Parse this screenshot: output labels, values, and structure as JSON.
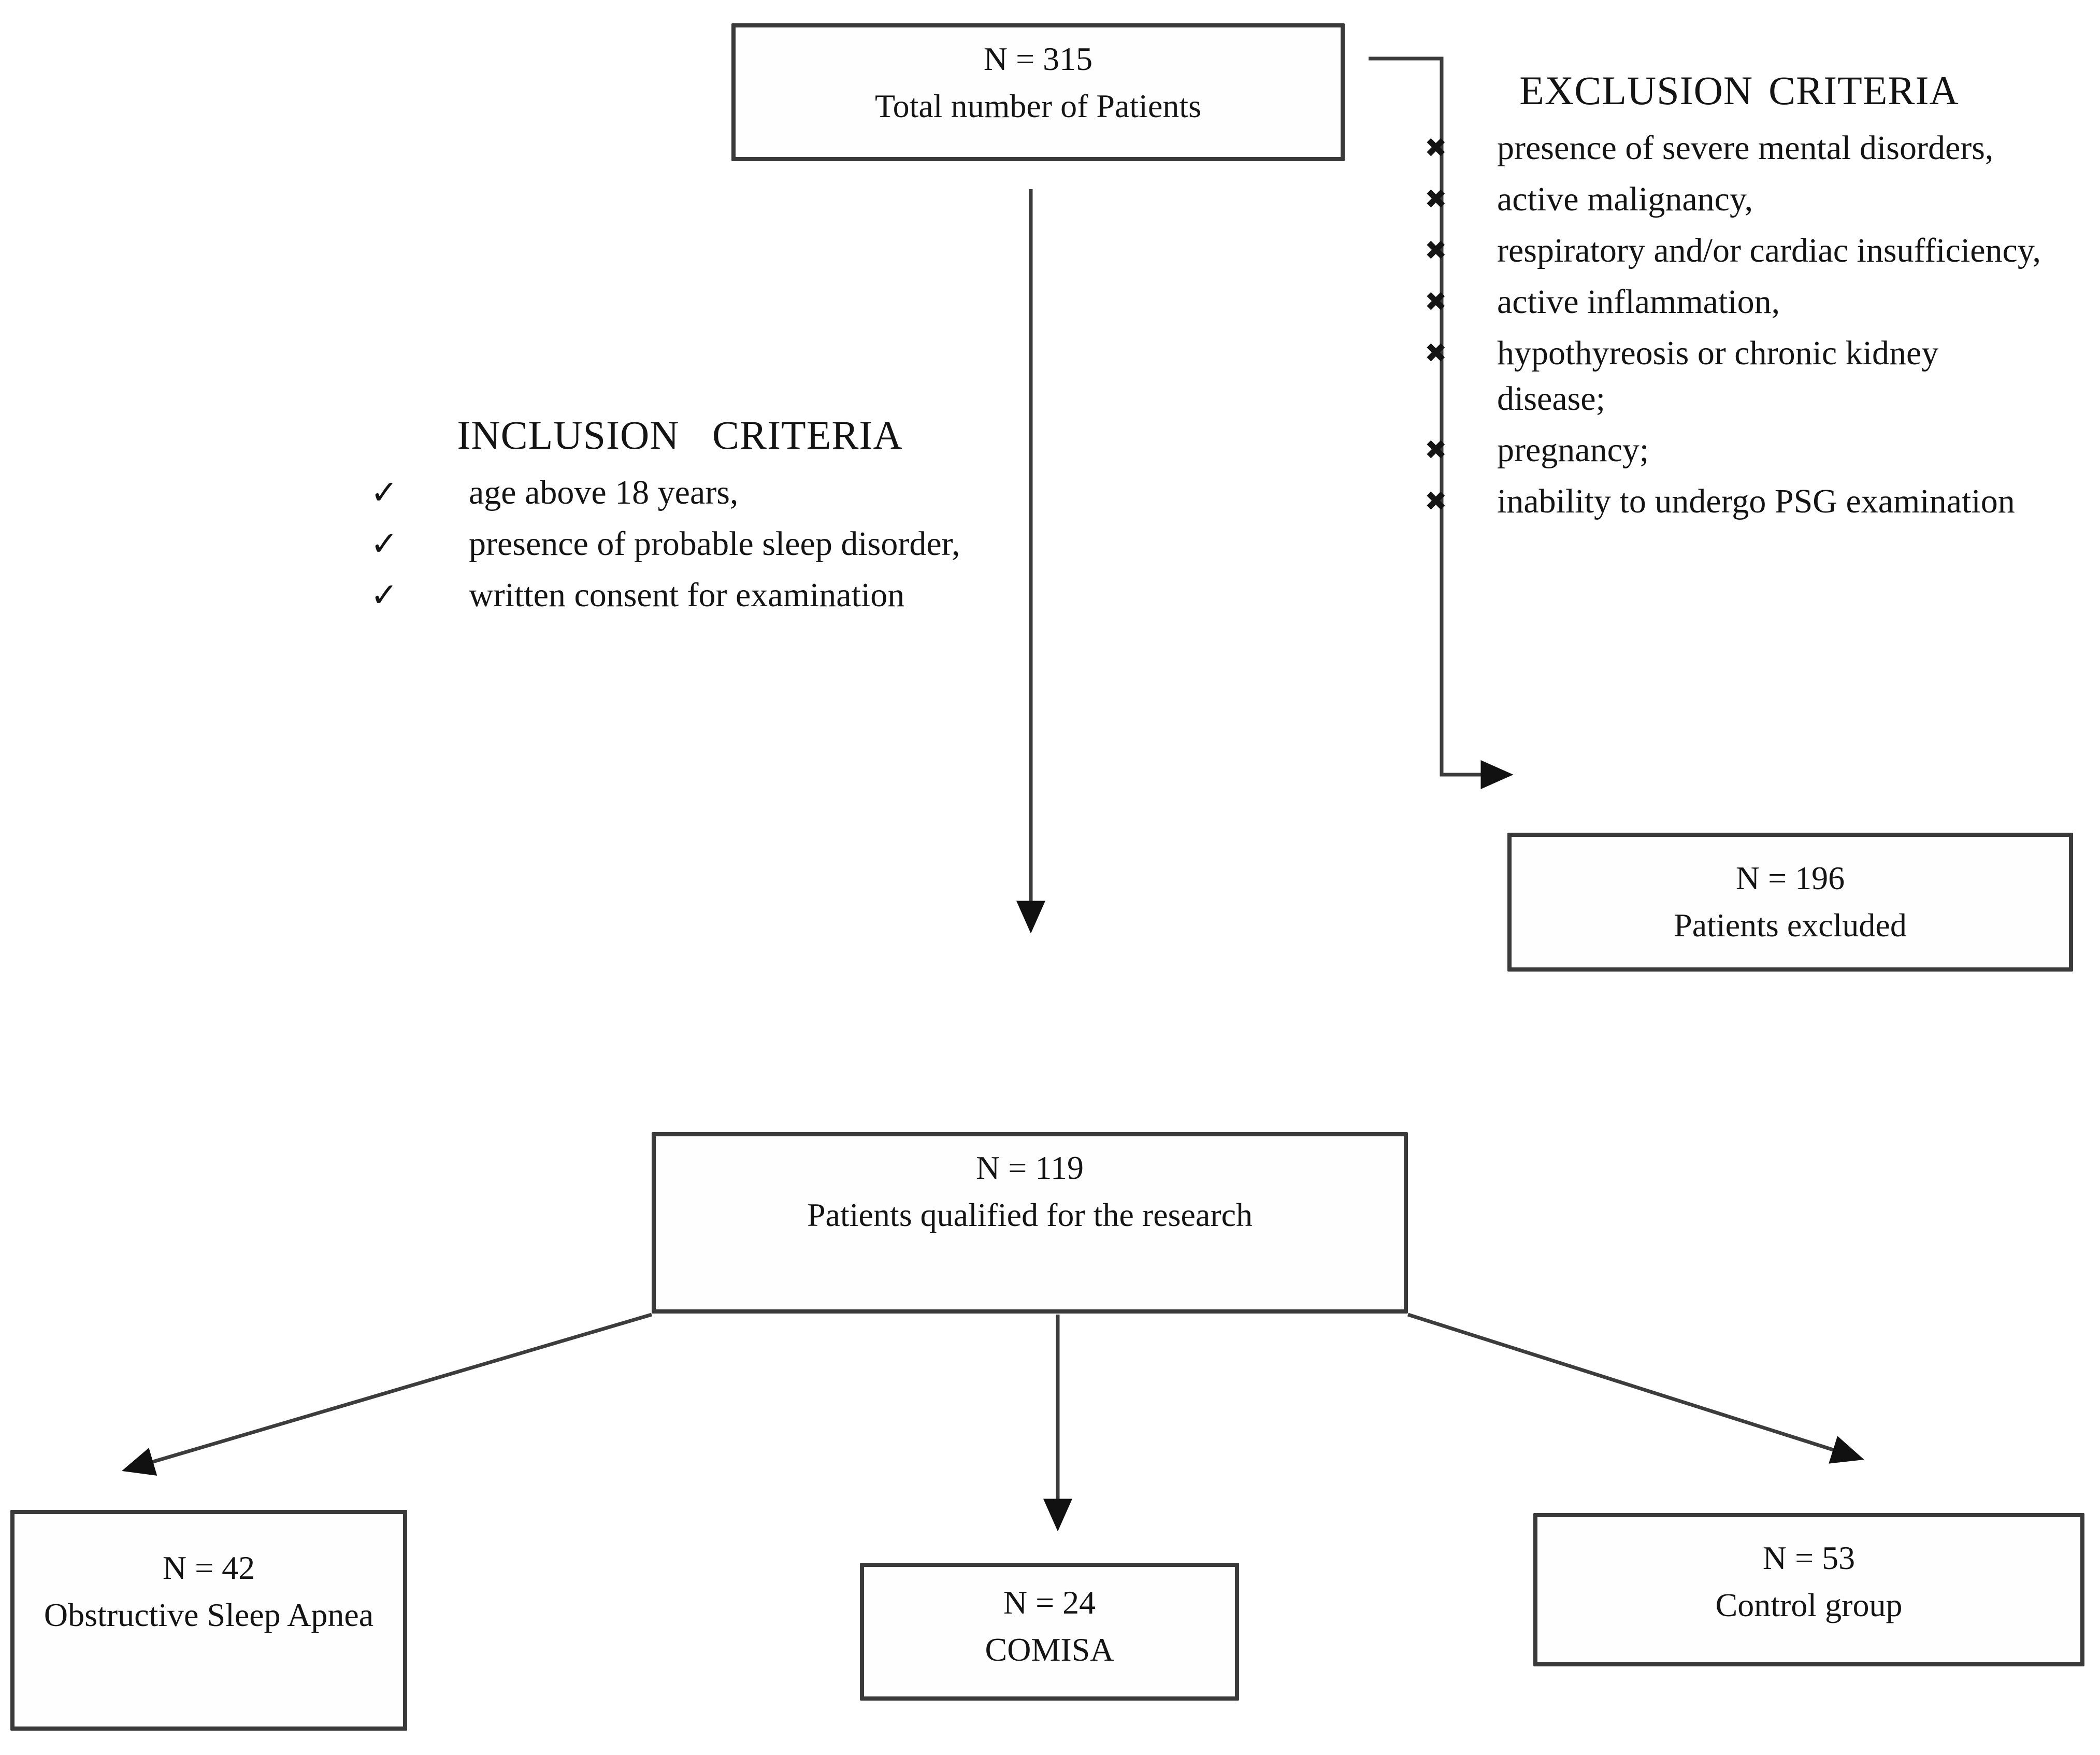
{
  "figure": {
    "background": "#ffffff",
    "line_color": "#3c3c3c",
    "arrowhead_color": "#111111",
    "text_color": "#141414"
  },
  "nodes": {
    "total": {
      "n": "N = 315",
      "label": "Total number of Patients"
    },
    "excluded": {
      "n": "N = 196",
      "label": "Patients excluded"
    },
    "qualified": {
      "n": "N = 119",
      "label": "Patients qualified for the research"
    },
    "osa": {
      "n": "N = 42",
      "label": "Obstructive Sleep Apnea"
    },
    "comisa": {
      "n": "N = 24",
      "label": "COMISA"
    },
    "control": {
      "n": "N = 53",
      "label": "Control group"
    }
  },
  "inclusion": {
    "title": "INCLUSION CRITERIA",
    "bullet": "✓",
    "items": [
      "age above 18 years,",
      "presence of probable sleep disorder,",
      "written consent for examination"
    ]
  },
  "exclusion": {
    "title": "EXCLUSION CRITERIA",
    "bullet": "✖",
    "items": [
      "presence of severe mental disorders,",
      "active malignancy,",
      "respiratory and/or cardiac insufficiency,",
      "active inflammation,",
      "hypothyreosis or chronic kidney disease;",
      "pregnancy;",
      "inability to undergo PSG examination"
    ]
  }
}
